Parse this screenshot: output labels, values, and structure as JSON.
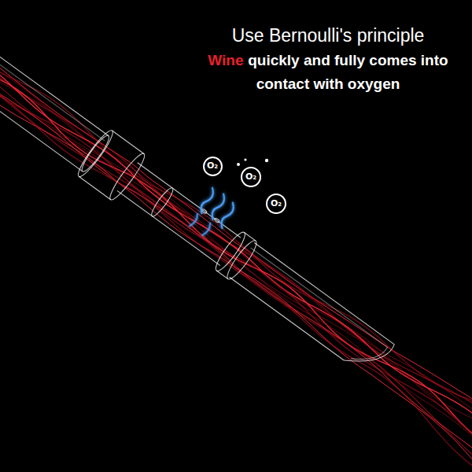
{
  "diagram": {
    "title": "Use Bernoulli's principle",
    "nodes": [
      {
        "text": [
          "O₂"
        ]
      },
      {
        "text": [
          "O₂"
        ]
      },
      {
        "text": [
          "O₂"
        ]
      }
    ],
    "labels": [
      "Wine",
      "quickly and fully comes into contact with oxygen"
    ]
  }
}
